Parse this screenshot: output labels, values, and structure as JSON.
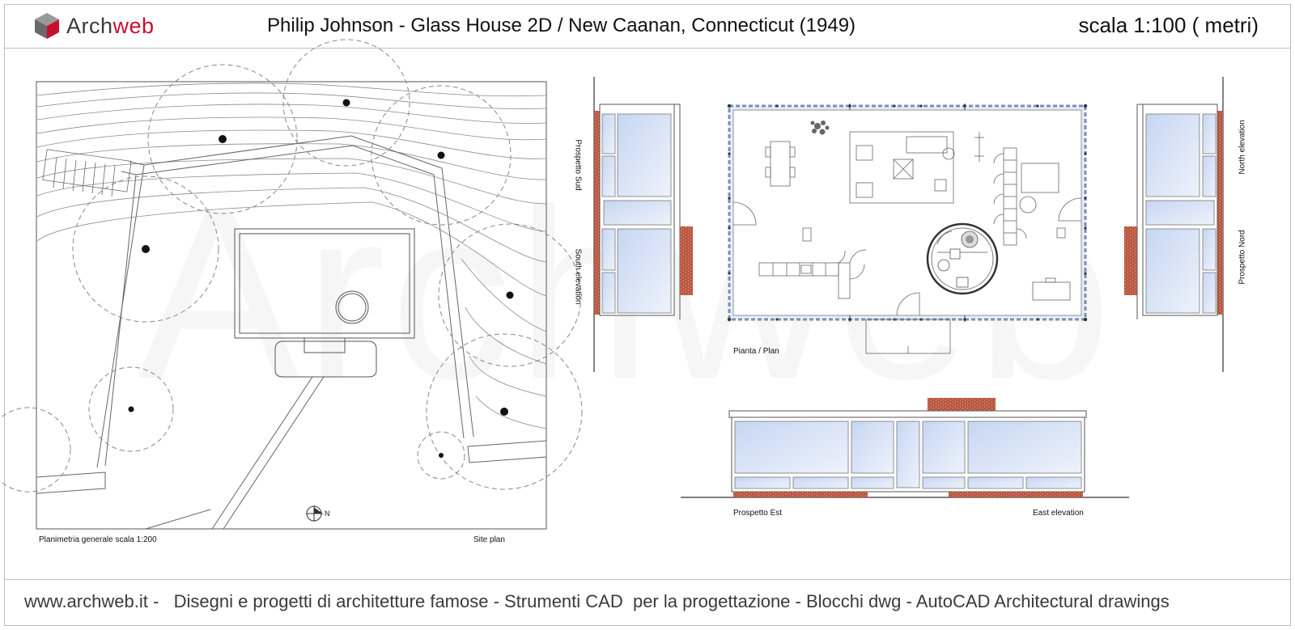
{
  "header": {
    "logo_text_a": "Arch",
    "logo_text_b": "web",
    "title": "Philip Johnson - Glass House 2D  /  New Caanan, Connecticut (1949)",
    "scale": "scala 1:100 ( metri)"
  },
  "watermark": "Archweb",
  "site_plan": {
    "label_left": "Planimetria generale scala 1:200",
    "label_right": "Site plan",
    "north": "N"
  },
  "plan": {
    "label": "Pianta / Plan"
  },
  "south_elevation": {
    "label_it": "Prospetto Sud",
    "label_en": "South elevation"
  },
  "north_elevation": {
    "label_en": "North elevation",
    "label_it": "Prospetto Nord"
  },
  "east_elevation": {
    "label_it": "Prospetto Est",
    "label_en": "East elevation"
  },
  "footer": {
    "text": "www.archweb.it -   Disegni e progetti di architetture famose - Strumenti CAD  per la progettazione - Blocchi dwg - AutoCAD Architectural drawings"
  },
  "colors": {
    "glass": "#cfdcf3",
    "brick": "#b9573f",
    "line": "#6f6f6f",
    "logo_red": "#c8102e"
  }
}
